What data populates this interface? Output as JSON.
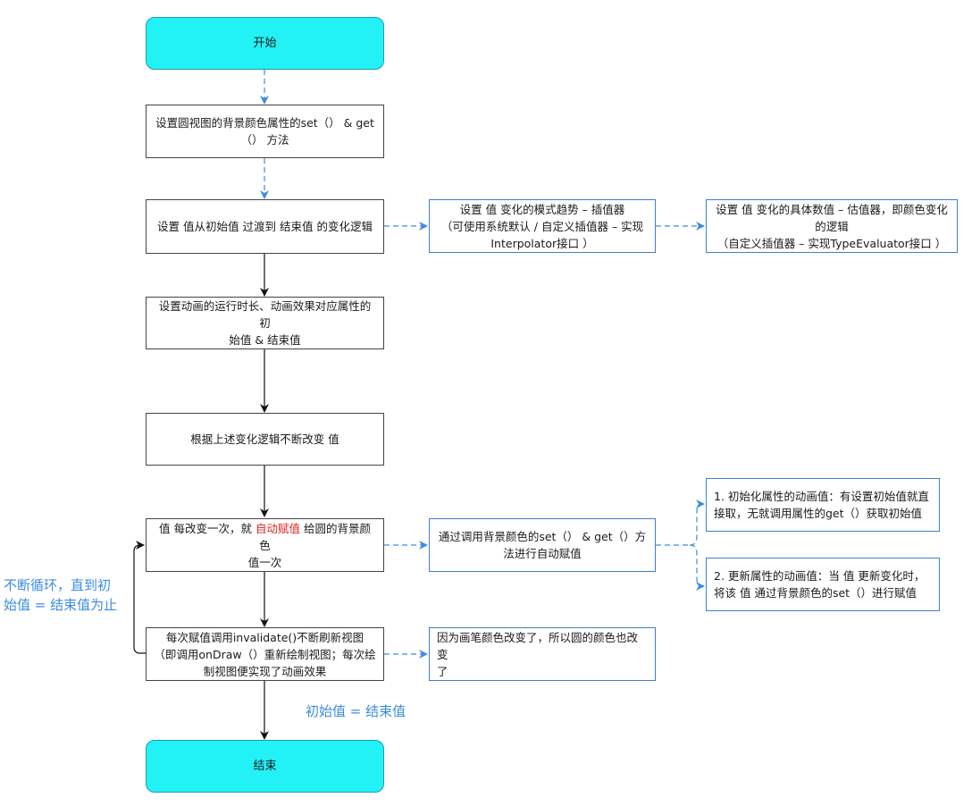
{
  "nodes": {
    "start": "开始",
    "set_get": "设置圆视图的背景颜色属性的set（） & get\n（） 方法",
    "transition": "设置 值从初始值 过渡到 结束值 的变化逻辑",
    "interpolator": "设置 值 变化的模式趋势 – 插值器\n（可使用系统默认 / 自定义插值器 – 实现\nInterpolator接口 ）",
    "evaluator": "设置 值 变化的具体数值 – 估值器，即颜色变化\n的逻辑\n（自定义插值器 – 实现TypeEvaluator接口 ）",
    "duration": "设置动画的运行时长、动画效果对应属性的初\n始值 & 结束值",
    "change": "根据上述变化逻辑不断改变 值",
    "assign_prefix": "值 每改变一次，就 ",
    "assign_highlight": "自动赋值",
    "assign_suffix": " 给圆的背景颜色\n值一次",
    "set_call": "通过调用背景颜色的set（） & get（）方\n法进行自动赋值",
    "init_value": "1. 初始化属性的动画值：有设置初始值就直\n接取，无就调用属性的get（）获取初始值",
    "update_value": "2. 更新属性的动画值：当 值 更新变化时，\n将该 值 通过背景颜色的set（）进行赋值",
    "invalidate": "每次赋值调用invalidate()不断刷新视图\n（即调用onDraw（）重新绘制视图；每次绘\n制视图便实现了动画效果",
    "color_change": "因为画笔颜色改变了，所以圆的颜色也改变\n了",
    "end": "结束"
  },
  "labels": {
    "loop": "不断循环，直到初\n始值 = 结束值为止",
    "equal": "初始值 = 结束值"
  },
  "colors": {
    "terminal_fill": "#22f2f6",
    "dashed_connector": "#3b8de0",
    "highlight": "#e02424"
  }
}
